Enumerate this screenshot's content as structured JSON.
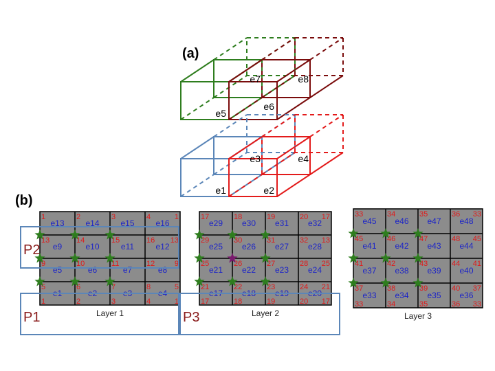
{
  "figure": {
    "panel_a_label": "(a)",
    "panel_b_label": "(b)",
    "colors": {
      "green": "#2e7d1e",
      "dark_red": "#7a0c0c",
      "blue": "#5b86b8",
      "red": "#e31b1b",
      "cell_fill": "#8c8c8c",
      "element_text": "#1c24c8",
      "node_text": "#e01a1a",
      "star": "#2e7d1e",
      "star_special": "#7a1a6e",
      "partition_box": "#5b86b8",
      "partition_text": "#8a1c1c"
    }
  },
  "cubes": {
    "top": [
      {
        "label": "e5",
        "color": "green",
        "lx": "right",
        "ly": "bottom"
      },
      {
        "label": "e6",
        "color": "dark_red",
        "lx": "right",
        "ly": "bottom"
      },
      {
        "label": "e7",
        "color": "green",
        "lx": "right",
        "ly": "bottom"
      },
      {
        "label": "e8",
        "color": "dark_red",
        "lx": "right",
        "ly": "bottom"
      }
    ],
    "bottom": [
      {
        "label": "e1",
        "color": "blue"
      },
      {
        "label": "e2",
        "color": "red"
      },
      {
        "label": "e3",
        "color": "blue"
      },
      {
        "label": "e4",
        "color": "red"
      }
    ]
  },
  "layers": [
    {
      "caption": "Layer 1",
      "elements": [
        [
          "e13",
          "e14",
          "e15",
          "e16"
        ],
        [
          "e9",
          "e10",
          "e11",
          "e12"
        ],
        [
          "e5",
          "e6",
          "e7",
          "e8"
        ],
        [
          "e1",
          "e2",
          "e3",
          "e4"
        ]
      ],
      "node_tl": [
        [
          "1",
          "2",
          "3",
          "4"
        ],
        [
          "13",
          "14",
          "15",
          "16"
        ],
        [
          "9",
          "10",
          "11",
          "12"
        ],
        [
          "5",
          "6",
          "7",
          "8"
        ],
        [
          "1",
          "2",
          "3",
          "4"
        ]
      ],
      "node_tr": [
        "1",
        "13",
        "9",
        "5",
        "1"
      ],
      "stars": [
        [
          1,
          0
        ],
        [
          1,
          1
        ],
        [
          1,
          2
        ],
        [
          2,
          0
        ],
        [
          2,
          1
        ],
        [
          2,
          2
        ],
        [
          3,
          0
        ],
        [
          3,
          1
        ],
        [
          3,
          2
        ]
      ],
      "special_star": null
    },
    {
      "caption": "Layer 2",
      "elements": [
        [
          "e29",
          "e30",
          "e31",
          "e32"
        ],
        [
          "e25",
          "e26",
          "e27",
          "e28"
        ],
        [
          "e21",
          "e22",
          "e23",
          "e24"
        ],
        [
          "e17",
          "e18",
          "e19",
          "e20"
        ]
      ],
      "node_tl": [
        [
          "17",
          "18",
          "19",
          "20"
        ],
        [
          "29",
          "30",
          "31",
          "32"
        ],
        [
          "25",
          "26",
          "27",
          "28"
        ],
        [
          "21",
          "22",
          "23",
          "24"
        ],
        [
          "17",
          "18",
          "19",
          "20"
        ]
      ],
      "node_tr": [
        "17",
        "13",
        "25",
        "21",
        "17"
      ],
      "stars": [
        [
          1,
          0
        ],
        [
          1,
          1
        ],
        [
          1,
          2
        ],
        [
          2,
          0
        ],
        [
          2,
          2
        ],
        [
          3,
          0
        ],
        [
          3,
          1
        ],
        [
          3,
          2
        ]
      ],
      "special_star": [
        2,
        1
      ]
    },
    {
      "caption": "Layer 3",
      "elements": [
        [
          "e45",
          "e46",
          "e47",
          "e48"
        ],
        [
          "e41",
          "e42",
          "e43",
          "e44"
        ],
        [
          "e37",
          "e38",
          "e39",
          "e40"
        ],
        [
          "e33",
          "e34",
          "e35",
          "e36"
        ]
      ],
      "node_tl": [
        [
          "33",
          "34",
          "35",
          "36"
        ],
        [
          "45",
          "46",
          "47",
          "48"
        ],
        [
          "41",
          "42",
          "43",
          "44"
        ],
        [
          "37",
          "38",
          "39",
          "40"
        ],
        [
          "33",
          "34",
          "35",
          "36"
        ]
      ],
      "node_tr": [
        "33",
        "45",
        "41",
        "37",
        "33"
      ],
      "stars": [
        [
          1,
          0
        ],
        [
          1,
          1
        ],
        [
          1,
          2
        ],
        [
          2,
          0
        ],
        [
          2,
          1
        ],
        [
          2,
          2
        ],
        [
          3,
          0
        ],
        [
          3,
          1
        ],
        [
          3,
          2
        ]
      ],
      "special_star": null
    }
  ],
  "partitions": [
    {
      "label": "P2"
    },
    {
      "label": "P1"
    },
    {
      "label": "P3"
    }
  ]
}
